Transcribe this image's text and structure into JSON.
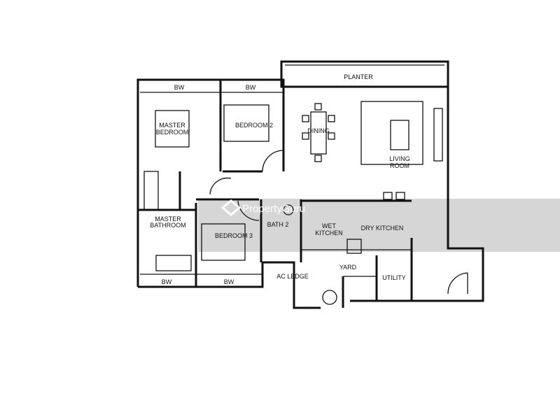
{
  "plan": {
    "rooms": {
      "planter": "PLANTER",
      "bw_top_left": "BW",
      "bw_top_right": "BW",
      "master_bedroom_1": "MASTER",
      "master_bedroom_2": "BEDROOM",
      "bedroom_2": "BEDROOM 2",
      "dining": "DINING",
      "living_1": "LIVING",
      "living_2": "ROOM",
      "master_bath_1": "MASTER",
      "master_bath_2": "BATHROOM",
      "bedroom_3": "BEDROOM 3",
      "bath_2": "BATH 2",
      "wet_kitchen_1": "WET",
      "wet_kitchen_2": "KITCHEN",
      "dry_kitchen": "DRY KITCHEN",
      "ac_ledge": "AC LEDGE",
      "yard": "YARD",
      "utility": "UTILITY",
      "bw_bottom_left": "BW",
      "bw_bottom_right": "BW"
    },
    "watermark": "PropertyGuru",
    "band_color": "#cfcfcf"
  }
}
